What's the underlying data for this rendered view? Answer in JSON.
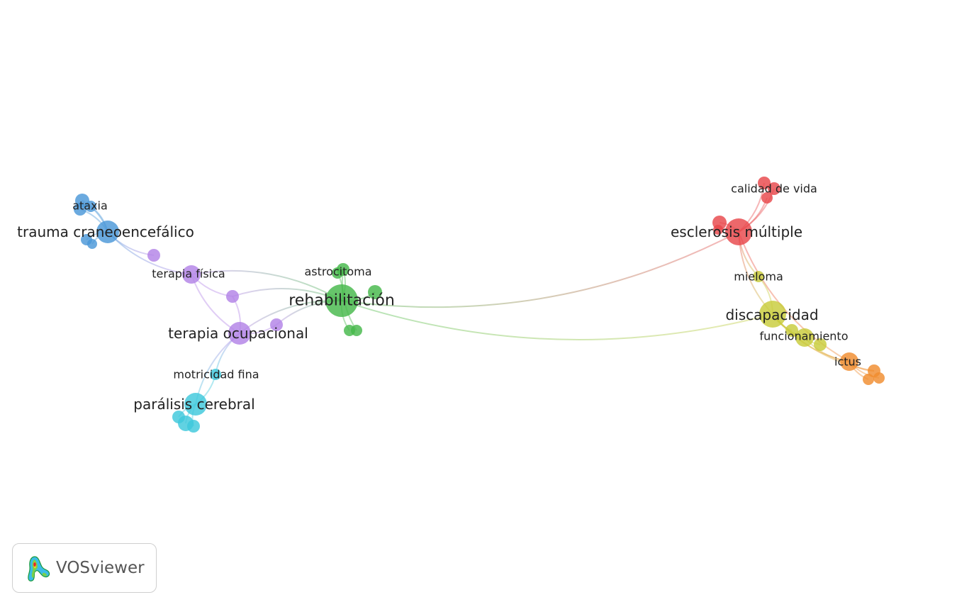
{
  "clusters": {
    "red": "#e8474a",
    "green": "#46b84a",
    "blue": "#4a97d8",
    "yellow": "#c8cc3a",
    "purple": "#b283e6",
    "cyan": "#3ec8dc",
    "orange": "#f08c2e"
  },
  "nodes": [
    {
      "id": "rehabilitacion",
      "label": "rehabilitación",
      "cluster": "green"
    },
    {
      "id": "astrocitoma",
      "label": "astrocitoma",
      "cluster": "green"
    },
    {
      "id": "g1",
      "label": "",
      "cluster": "green"
    },
    {
      "id": "g2",
      "label": "",
      "cluster": "green"
    },
    {
      "id": "g3",
      "label": "",
      "cluster": "green"
    },
    {
      "id": "g4",
      "label": "",
      "cluster": "green"
    },
    {
      "id": "trauma",
      "label": "trauma craneoencefálico",
      "cluster": "blue"
    },
    {
      "id": "ataxia",
      "label": "ataxia",
      "cluster": "blue"
    },
    {
      "id": "b1",
      "label": "",
      "cluster": "blue"
    },
    {
      "id": "b2",
      "label": "",
      "cluster": "blue"
    },
    {
      "id": "b3",
      "label": "",
      "cluster": "blue"
    },
    {
      "id": "b4",
      "label": "",
      "cluster": "blue"
    },
    {
      "id": "terapia_ocupacional",
      "label": "terapia ocupacional",
      "cluster": "purple"
    },
    {
      "id": "terapia_fisica",
      "label": "terapia física",
      "cluster": "purple"
    },
    {
      "id": "p1",
      "label": "",
      "cluster": "purple"
    },
    {
      "id": "p2",
      "label": "",
      "cluster": "purple"
    },
    {
      "id": "p3",
      "label": "",
      "cluster": "purple"
    },
    {
      "id": "paralisis",
      "label": "parálisis cerebral",
      "cluster": "cyan"
    },
    {
      "id": "motricidad",
      "label": "motricidad fina",
      "cluster": "cyan"
    },
    {
      "id": "c1",
      "label": "",
      "cluster": "cyan"
    },
    {
      "id": "c2",
      "label": "",
      "cluster": "cyan"
    },
    {
      "id": "c3",
      "label": "",
      "cluster": "cyan"
    },
    {
      "id": "esclerosis",
      "label": "esclerosis múltiple",
      "cluster": "red"
    },
    {
      "id": "calidad",
      "label": "calidad de vida",
      "cluster": "red"
    },
    {
      "id": "r1",
      "label": "",
      "cluster": "red"
    },
    {
      "id": "r2",
      "label": "",
      "cluster": "red"
    },
    {
      "id": "r3",
      "label": "",
      "cluster": "red"
    },
    {
      "id": "r4",
      "label": "",
      "cluster": "red"
    },
    {
      "id": "discapacidad",
      "label": "discapacidad",
      "cluster": "yellow"
    },
    {
      "id": "mieloma",
      "label": "mieloma",
      "cluster": "yellow"
    },
    {
      "id": "funcionamiento",
      "label": "funcionamiento",
      "cluster": "yellow"
    },
    {
      "id": "y1",
      "label": "",
      "cluster": "yellow"
    },
    {
      "id": "y2",
      "label": "",
      "cluster": "yellow"
    },
    {
      "id": "ictus",
      "label": "ictus",
      "cluster": "orange"
    },
    {
      "id": "o1",
      "label": "",
      "cluster": "orange"
    },
    {
      "id": "o2",
      "label": "",
      "cluster": "orange"
    },
    {
      "id": "o3",
      "label": "",
      "cluster": "orange"
    }
  ],
  "links": [
    [
      "rehabilitacion",
      "discapacidad"
    ],
    [
      "rehabilitacion",
      "esclerosis"
    ],
    [
      "rehabilitacion",
      "terapia_ocupacional"
    ],
    [
      "rehabilitacion",
      "terapia_fisica"
    ],
    [
      "rehabilitacion",
      "astrocitoma"
    ],
    [
      "rehabilitacion",
      "g1"
    ],
    [
      "rehabilitacion",
      "g2"
    ],
    [
      "rehabilitacion",
      "g3"
    ],
    [
      "rehabilitacion",
      "p1"
    ],
    [
      "rehabilitacion",
      "p3"
    ],
    [
      "trauma",
      "ataxia"
    ],
    [
      "trauma",
      "b1"
    ],
    [
      "trauma",
      "b2"
    ],
    [
      "trauma",
      "b3"
    ],
    [
      "trauma",
      "b4"
    ],
    [
      "trauma",
      "p2"
    ],
    [
      "trauma",
      "terapia_fisica"
    ],
    [
      "ataxia",
      "b1"
    ],
    [
      "terapia_fisica",
      "p1"
    ],
    [
      "terapia_fisica",
      "terapia_ocupacional"
    ],
    [
      "terapia_ocupacional",
      "p3"
    ],
    [
      "terapia_ocupacional",
      "p1"
    ],
    [
      "terapia_ocupacional",
      "paralisis"
    ],
    [
      "terapia_ocupacional",
      "motricidad"
    ],
    [
      "paralisis",
      "motricidad"
    ],
    [
      "paralisis",
      "c1"
    ],
    [
      "paralisis",
      "c2"
    ],
    [
      "paralisis",
      "c3"
    ],
    [
      "esclerosis",
      "calidad"
    ],
    [
      "esclerosis",
      "r1"
    ],
    [
      "esclerosis",
      "r2"
    ],
    [
      "esclerosis",
      "r3"
    ],
    [
      "esclerosis",
      "r4"
    ],
    [
      "esclerosis",
      "discapacidad"
    ],
    [
      "esclerosis",
      "mieloma"
    ],
    [
      "esclerosis",
      "ictus"
    ],
    [
      "discapacidad",
      "mieloma"
    ],
    [
      "discapacidad",
      "funcionamiento"
    ],
    [
      "discapacidad",
      "y1"
    ],
    [
      "discapacidad",
      "y2"
    ],
    [
      "discapacidad",
      "ictus"
    ],
    [
      "discapacidad",
      "o1"
    ],
    [
      "funcionamiento",
      "ictus"
    ],
    [
      "ictus",
      "o1"
    ],
    [
      "ictus",
      "o2"
    ],
    [
      "ictus",
      "o3"
    ],
    [
      "astrocitoma",
      "g4"
    ]
  ],
  "logo": {
    "text": "VOSviewer"
  }
}
